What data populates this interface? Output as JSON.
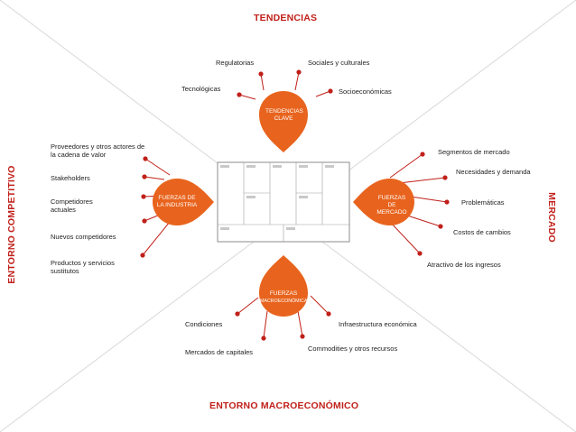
{
  "headings": {
    "top": "TENDENCIAS",
    "bottom": "ENTORNO MACROECONÓMICO",
    "left": "ENTORNO COMPETITIVO",
    "right": "MERCADO"
  },
  "nodes": {
    "top": "TENDENCIAS CLAVE",
    "left": "FUERZAS DE LA INDUSTRIA",
    "right": "FUERZAS DE MERCADO",
    "bottom_title": "FUERZAS",
    "bottom_sub": "MACROECONÓMICAS"
  },
  "top_items": [
    "Regulatorias",
    "Sociales y culturales",
    "Tecnológicas",
    "Socioeconómicas"
  ],
  "left_items": [
    "Proveedores y otros actores de la cadena de valor",
    "Stakeholders",
    "Competidores actuales",
    "Nuevos competidores",
    "Productos y servicios sustitutos"
  ],
  "right_items": [
    "Segmentos de mercado",
    "Necesidades y demanda",
    "Problemáticas",
    "Costos de cambios",
    "Atractivo de los ingresos"
  ],
  "bottom_items": [
    "Condiciones",
    "Infraestructura económica",
    "Mercados de capitales",
    "Commodities y otros recursos"
  ],
  "colors": {
    "accent": "#e8641e",
    "heading": "#c0201a",
    "dot": "#c0201a",
    "diagonal": "#d8d8d8"
  }
}
